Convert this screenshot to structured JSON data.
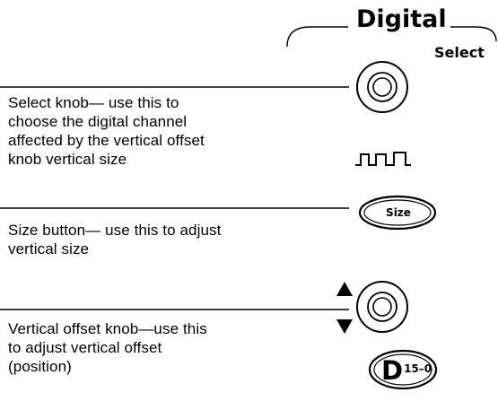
{
  "panel": {
    "title": "Digital",
    "select_label": "Select"
  },
  "callouts": {
    "select_knob": [
      "Select knob— use this to",
      "choose the digital channel",
      "affected by the vertical offset",
      "knob vertical size"
    ],
    "size_button": [
      "Size button— use this to adjust",
      "vertical size"
    ],
    "vertical_offset_knob": [
      "Vertical offset knob—use this",
      "to adjust vertical offset",
      "(position)"
    ]
  },
  "controls": {
    "size_button_label": "Size",
    "channel_knob_label_letter": "D",
    "channel_knob_label_range": "15–0"
  },
  "icons": [
    "select-knob-icon",
    "waveform-icon",
    "size-button-icon",
    "up-arrow-icon",
    "down-arrow-icon",
    "vertical-offset-knob-icon",
    "channel-knob-icon"
  ]
}
